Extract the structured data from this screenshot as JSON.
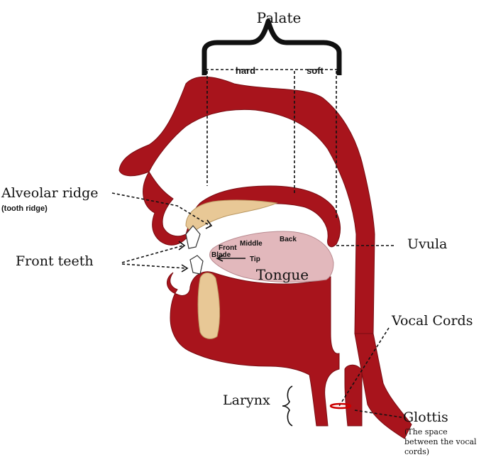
{
  "labels": {
    "palate": "Palate",
    "hard": "hard",
    "soft": "soft",
    "alveolar_ridge": "Alveolar ridge",
    "tooth_ridge": "(tooth ridge)",
    "front_teeth": "Front teeth",
    "uvula": "Uvula",
    "vocal_cords": "Vocal Cords",
    "larynx": "Larynx",
    "glottis": "Glottis",
    "glottis_note_1": "(The space",
    "glottis_note_2": "between the vocal",
    "glottis_note_3": "cords)",
    "tongue": "Tongue",
    "tongue_back": "Back",
    "tongue_middle": "Middle",
    "tongue_front": "Front",
    "tongue_blade": "Blade",
    "tongue_tip": "Tip"
  },
  "colors": {
    "tissue": "#a8141c",
    "tissue_dark": "#7a0c12",
    "bone": "#e8c896",
    "tongue": "#e2b8bc",
    "teeth": "#ffffff",
    "glottis_marker": "#cc0000"
  }
}
